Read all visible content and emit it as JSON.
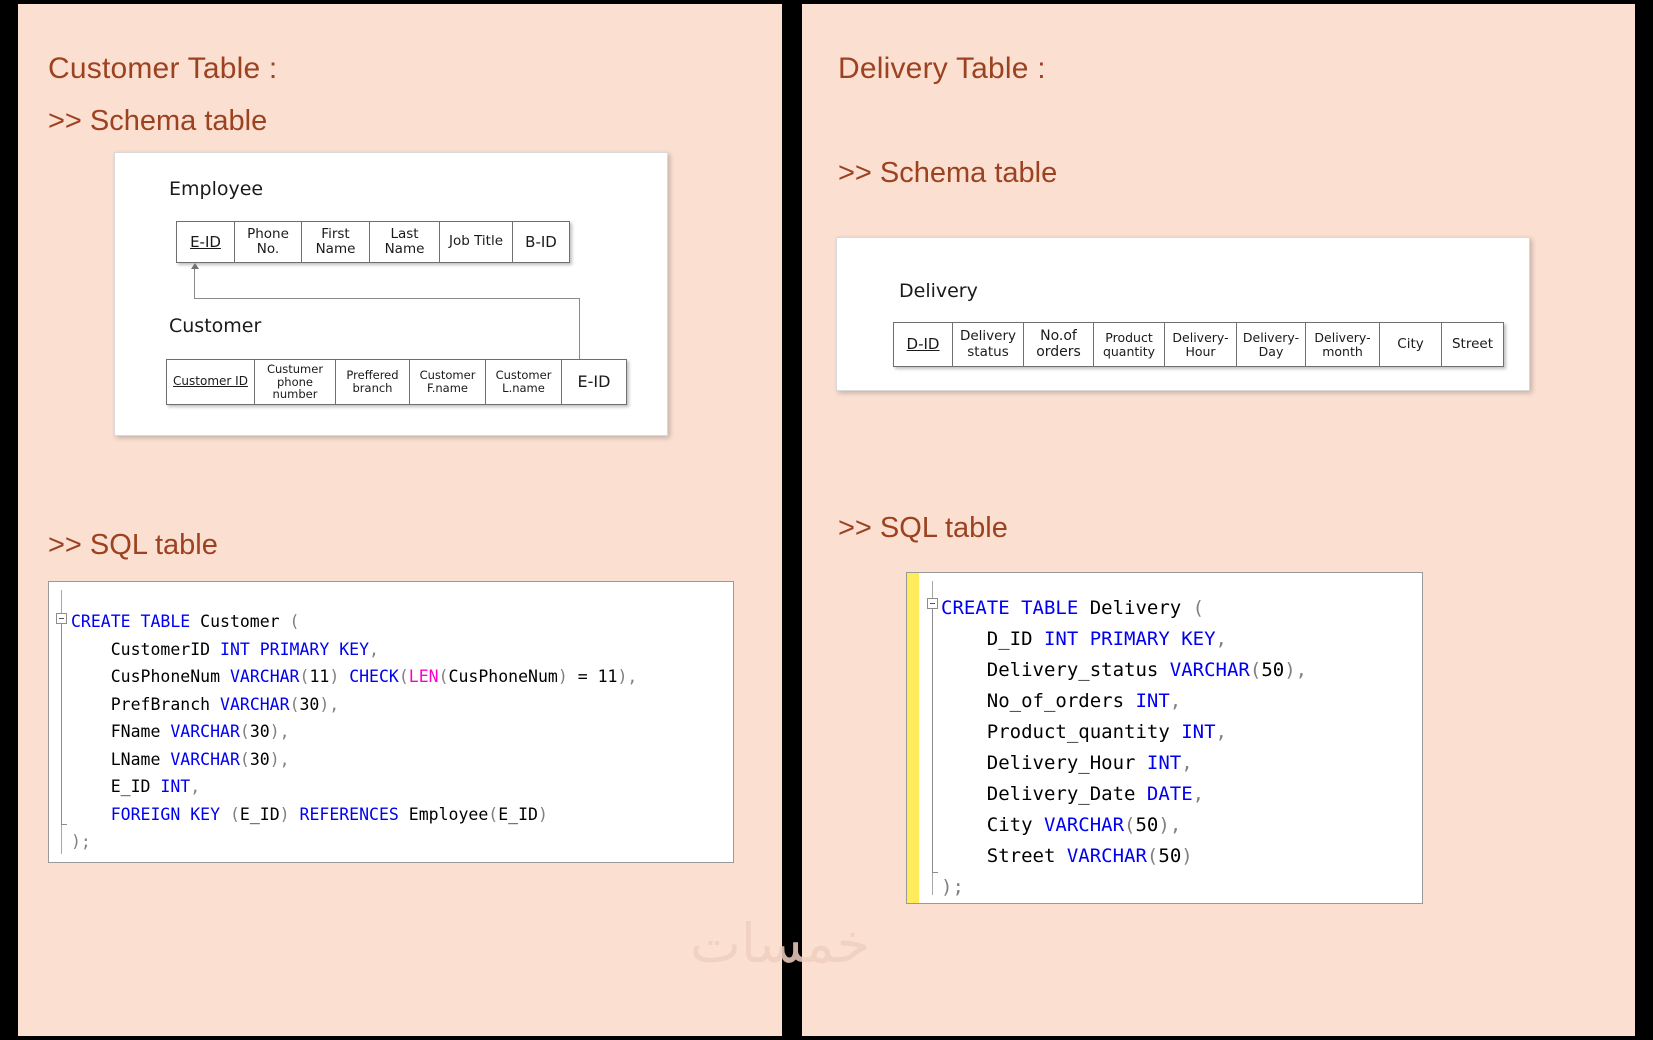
{
  "theme": {
    "slide_bg": "#fbe0d2",
    "heading_color": "#9c4221",
    "page_bg": "#000000",
    "keyword_color": "#0000f0",
    "function_color": "#ff00c8",
    "paren_color": "#808080",
    "yellow_bar": "#ffec5c"
  },
  "left_panel": {
    "title": "Customer Table :",
    "schema_label": ">> Schema table",
    "sql_label": ">> SQL table",
    "schema": {
      "tables": [
        {
          "name": "Employee",
          "columns": [
            {
              "label": "E-ID",
              "primary_key": true
            },
            {
              "label": "Phone No.",
              "primary_key": false
            },
            {
              "label": "First Name",
              "primary_key": false
            },
            {
              "label": "Last Name",
              "primary_key": false
            },
            {
              "label": "Job Title",
              "primary_key": false
            },
            {
              "label": "B-ID",
              "primary_key": false
            }
          ]
        },
        {
          "name": "Customer",
          "columns": [
            {
              "label": "Customer ID",
              "primary_key": true
            },
            {
              "label": "Custumer\nphone number",
              "primary_key": false
            },
            {
              "label": "Preffered\nbranch",
              "primary_key": false
            },
            {
              "label": "Customer\nF.name",
              "primary_key": false
            },
            {
              "label": "Customer\nL.name",
              "primary_key": false
            },
            {
              "label": "E-ID",
              "primary_key": false
            }
          ]
        }
      ],
      "relationship": "Customer.E-ID references Employee.E-ID"
    },
    "sql": {
      "lines": [
        [
          {
            "t": "CREATE TABLE ",
            "c": "kw"
          },
          {
            "t": "Customer ",
            "c": ""
          },
          {
            "t": "(",
            "c": "pn"
          }
        ],
        [
          {
            "t": "    CustomerID ",
            "c": ""
          },
          {
            "t": "INT PRIMARY KEY",
            "c": "kw"
          },
          {
            "t": ",",
            "c": "pn"
          }
        ],
        [
          {
            "t": "    CusPhoneNum ",
            "c": ""
          },
          {
            "t": "VARCHAR",
            "c": "kw"
          },
          {
            "t": "(",
            "c": "pn"
          },
          {
            "t": "11",
            "c": ""
          },
          {
            "t": ") ",
            "c": "pn"
          },
          {
            "t": "CHECK",
            "c": "kw"
          },
          {
            "t": "(",
            "c": "pn"
          },
          {
            "t": "LEN",
            "c": "fn"
          },
          {
            "t": "(",
            "c": "pn"
          },
          {
            "t": "CusPhoneNum",
            "c": ""
          },
          {
            "t": ") ",
            "c": "pn"
          },
          {
            "t": "= ",
            "c": ""
          },
          {
            "t": "11",
            "c": ""
          },
          {
            "t": "),",
            "c": "pn"
          }
        ],
        [
          {
            "t": "    PrefBranch ",
            "c": ""
          },
          {
            "t": "VARCHAR",
            "c": "kw"
          },
          {
            "t": "(",
            "c": "pn"
          },
          {
            "t": "30",
            "c": ""
          },
          {
            "t": "),",
            "c": "pn"
          }
        ],
        [
          {
            "t": "    FName ",
            "c": ""
          },
          {
            "t": "VARCHAR",
            "c": "kw"
          },
          {
            "t": "(",
            "c": "pn"
          },
          {
            "t": "30",
            "c": ""
          },
          {
            "t": "),",
            "c": "pn"
          }
        ],
        [
          {
            "t": "    LName ",
            "c": ""
          },
          {
            "t": "VARCHAR",
            "c": "kw"
          },
          {
            "t": "(",
            "c": "pn"
          },
          {
            "t": "30",
            "c": ""
          },
          {
            "t": "),",
            "c": "pn"
          }
        ],
        [
          {
            "t": "    E_ID ",
            "c": ""
          },
          {
            "t": "INT",
            "c": "kw"
          },
          {
            "t": ",",
            "c": "pn"
          }
        ],
        [
          {
            "t": "    FOREIGN KEY ",
            "c": "kw"
          },
          {
            "t": "(",
            "c": "pn"
          },
          {
            "t": "E_ID",
            "c": ""
          },
          {
            "t": ") ",
            "c": "pn"
          },
          {
            "t": "REFERENCES ",
            "c": "kw"
          },
          {
            "t": "Employee",
            "c": ""
          },
          {
            "t": "(",
            "c": "pn"
          },
          {
            "t": "E_ID",
            "c": ""
          },
          {
            "t": ")",
            "c": "pn"
          }
        ],
        [
          {
            "t": ");",
            "c": "pn"
          }
        ]
      ],
      "plain_text": "CREATE TABLE Customer (\n    CustomerID INT PRIMARY KEY,\n    CusPhoneNum VARCHAR(11) CHECK(LEN(CusPhoneNum) = 11),\n    PrefBranch VARCHAR(30),\n    FName VARCHAR(30),\n    LName VARCHAR(30),\n    E_ID INT,\n    FOREIGN KEY (E_ID) REFERENCES Employee(E_ID)\n);"
    }
  },
  "right_panel": {
    "title": "Delivery Table :",
    "schema_label": ">> Schema table",
    "sql_label": ">> SQL table",
    "schema": {
      "tables": [
        {
          "name": "Delivery",
          "columns": [
            {
              "label": "D-ID",
              "primary_key": true
            },
            {
              "label": "Delivery\nstatus",
              "primary_key": false
            },
            {
              "label": "No.of\norders",
              "primary_key": false
            },
            {
              "label": "Product\nquantity",
              "primary_key": false
            },
            {
              "label": "Delivery-\nHour",
              "primary_key": false
            },
            {
              "label": "Delivery-\nDay",
              "primary_key": false
            },
            {
              "label": "Delivery-\nmonth",
              "primary_key": false
            },
            {
              "label": "City",
              "primary_key": false
            },
            {
              "label": "Street",
              "primary_key": false
            }
          ]
        }
      ]
    },
    "sql": {
      "lines": [
        [
          {
            "t": "CREATE TABLE ",
            "c": "kw"
          },
          {
            "t": "Delivery ",
            "c": ""
          },
          {
            "t": "(",
            "c": "pn"
          }
        ],
        [
          {
            "t": "    D_ID ",
            "c": ""
          },
          {
            "t": "INT PRIMARY KEY",
            "c": "kw"
          },
          {
            "t": ",",
            "c": "pn"
          }
        ],
        [
          {
            "t": "    Delivery_status ",
            "c": ""
          },
          {
            "t": "VARCHAR",
            "c": "kw"
          },
          {
            "t": "(",
            "c": "pn"
          },
          {
            "t": "50",
            "c": ""
          },
          {
            "t": "),",
            "c": "pn"
          }
        ],
        [
          {
            "t": "    No_of_orders ",
            "c": ""
          },
          {
            "t": "INT",
            "c": "kw"
          },
          {
            "t": ",",
            "c": "pn"
          }
        ],
        [
          {
            "t": "    Product_quantity ",
            "c": ""
          },
          {
            "t": "INT",
            "c": "kw"
          },
          {
            "t": ",",
            "c": "pn"
          }
        ],
        [
          {
            "t": "    Delivery_Hour ",
            "c": ""
          },
          {
            "t": "INT",
            "c": "kw"
          },
          {
            "t": ",",
            "c": "pn"
          }
        ],
        [
          {
            "t": "    Delivery_Date ",
            "c": ""
          },
          {
            "t": "DATE",
            "c": "kw"
          },
          {
            "t": ",",
            "c": "pn"
          }
        ],
        [
          {
            "t": "    City ",
            "c": ""
          },
          {
            "t": "VARCHAR",
            "c": "kw"
          },
          {
            "t": "(",
            "c": "pn"
          },
          {
            "t": "50",
            "c": ""
          },
          {
            "t": "),",
            "c": "pn"
          }
        ],
        [
          {
            "t": "    Street ",
            "c": ""
          },
          {
            "t": "VARCHAR",
            "c": "kw"
          },
          {
            "t": "(",
            "c": "pn"
          },
          {
            "t": "50",
            "c": ""
          },
          {
            "t": ")",
            "c": "pn"
          }
        ],
        [
          {
            "t": ");",
            "c": "pn"
          }
        ]
      ],
      "plain_text": "CREATE TABLE Delivery (\n    D_ID INT PRIMARY KEY,\n    Delivery_status VARCHAR(50),\n    No_of_orders INT,\n    Product_quantity INT,\n    Delivery_Hour INT,\n    Delivery_Date DATE,\n    City VARCHAR(50),\n    Street VARCHAR(50)\n);"
    }
  },
  "watermark": {
    "text": "خمسات"
  }
}
